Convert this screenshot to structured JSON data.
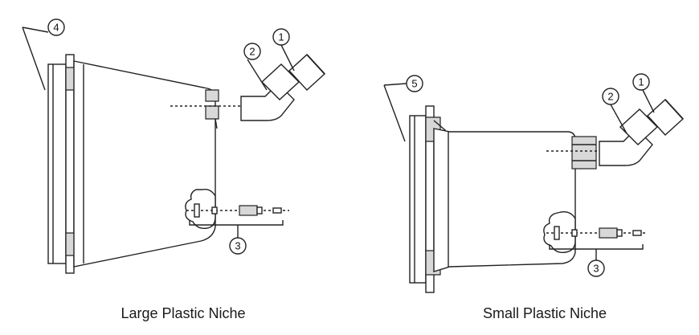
{
  "captions": {
    "large": "Large Plastic Niche",
    "small": "Small Plastic Niche"
  },
  "callouts": {
    "large": [
      "1",
      "2",
      "3",
      "4"
    ],
    "small": [
      "1",
      "2",
      "3",
      "5"
    ]
  }
}
